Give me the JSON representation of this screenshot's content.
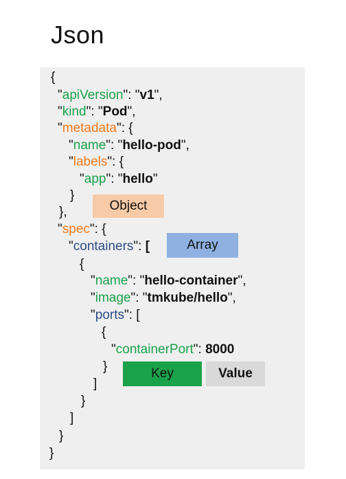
{
  "title": "Json",
  "legend": {
    "object": "Object",
    "array": "Array",
    "key": "Key",
    "value": "Value"
  },
  "code": {
    "l1": "{",
    "l2_key": "apiVersion",
    "l2_val": "v1",
    "l3_key": "kind",
    "l3_val": "Pod",
    "l4_key": "metadata",
    "l5_key": "name",
    "l5_val": "hello-pod",
    "l6_key": "labels",
    "l7_key": "app",
    "l7_val": "hello",
    "l8": "}",
    "l9": "},",
    "l10_key": "spec",
    "l11_key": "containers",
    "l12": "{",
    "l13_key": "name",
    "l13_val": "hello-container",
    "l14_key": "image",
    "l14_val": "tmkube/hello",
    "l15_key": "ports",
    "l16": "{",
    "l17_key": "containerPort",
    "l17_val": "8000",
    "l18": "}",
    "l19": "]",
    "l20": "}",
    "l21": "]",
    "l22": "}",
    "l23": "}"
  },
  "colors": {
    "key_green": "#1aa24a",
    "key_orange": "#f07a1e",
    "key_blue": "#2a4c86",
    "object_tag": "#f8cba8",
    "array_tag": "#8fb1e2",
    "key_tag": "#1aa24a",
    "value_tag": "#d9d9d9"
  }
}
